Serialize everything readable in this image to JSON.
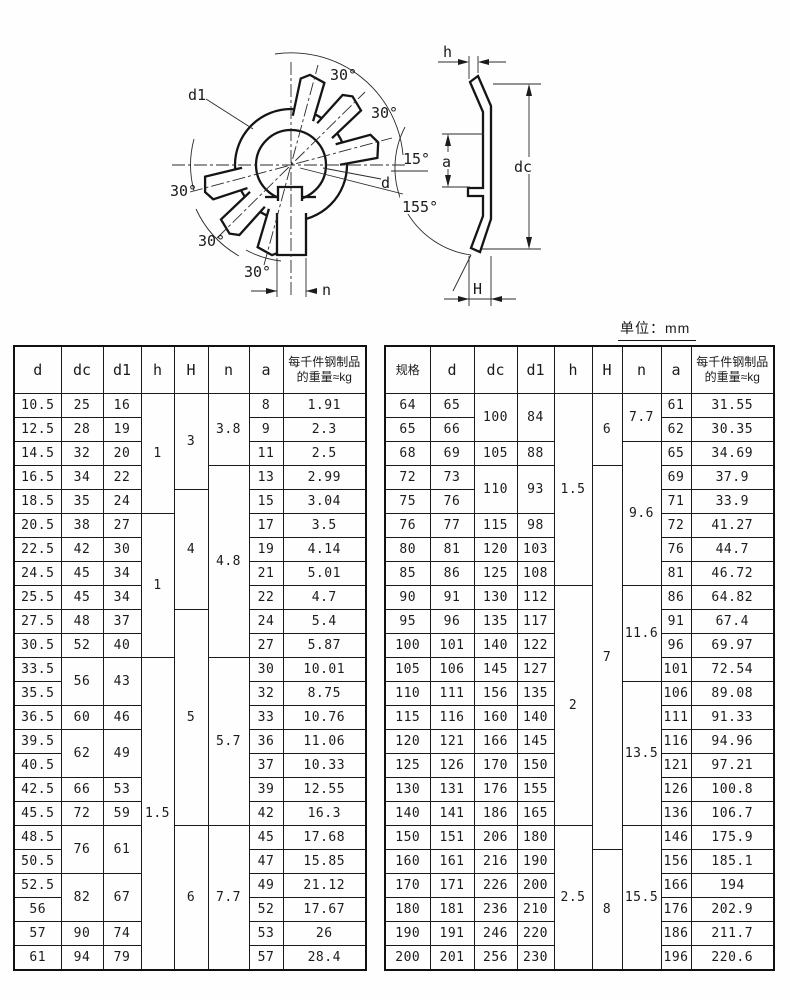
{
  "page": {
    "unit_label": "单位：mm"
  },
  "figure": {
    "front_labels": {
      "d1": "d1",
      "d": "d",
      "n": "n",
      "deg15": "15°",
      "deg30": "30°"
    },
    "side_labels": {
      "h": "h",
      "a": "a",
      "dc": "dc",
      "H": "H",
      "deg155": "155°"
    }
  },
  "left_table": {
    "headers": [
      "d",
      "dc",
      "d1",
      "h",
      "H",
      "n",
      "a",
      "每千件钢制品\n的重量≈kg"
    ],
    "rows": [
      [
        "10.5",
        "25",
        "16",
        {
          "v": "1",
          "rs": 5
        },
        {
          "v": "3",
          "rs": 4
        },
        {
          "v": "3.8",
          "rs": 3
        },
        "8",
        "1.91"
      ],
      [
        "12.5",
        "28",
        "19",
        null,
        null,
        null,
        "9",
        "2.3"
      ],
      [
        "14.5",
        "32",
        "20",
        null,
        null,
        null,
        "11",
        "2.5"
      ],
      [
        "16.5",
        "34",
        "22",
        null,
        null,
        {
          "v": "4.8",
          "rs": 8
        },
        "13",
        "2.99"
      ],
      [
        "18.5",
        "35",
        "24",
        null,
        {
          "v": "4",
          "rs": 5
        },
        null,
        "15",
        "3.04"
      ],
      [
        "20.5",
        "38",
        "27",
        {
          "v": "1",
          "rs": 6
        },
        null,
        null,
        "17",
        "3.5"
      ],
      [
        "22.5",
        "42",
        "30",
        null,
        null,
        null,
        "19",
        "4.14"
      ],
      [
        "24.5",
        "45",
        "34",
        null,
        null,
        null,
        "21",
        "5.01"
      ],
      [
        "25.5",
        "45",
        "34",
        null,
        null,
        null,
        "22",
        "4.7"
      ],
      [
        "27.5",
        "48",
        "37",
        null,
        {
          "v": "5",
          "rs": 9
        },
        null,
        "24",
        "5.4"
      ],
      [
        "30.5",
        "52",
        "40",
        null,
        null,
        null,
        "27",
        "5.87"
      ],
      [
        "33.5",
        {
          "v": "56",
          "rs": 2
        },
        {
          "v": "43",
          "rs": 2
        },
        {
          "v": "1.5",
          "rs": 13
        },
        null,
        {
          "v": "5.7",
          "rs": 7
        },
        "30",
        "10.01"
      ],
      [
        "35.5",
        null,
        null,
        null,
        null,
        null,
        "32",
        "8.75"
      ],
      [
        "36.5",
        "60",
        "46",
        null,
        null,
        null,
        "33",
        "10.76"
      ],
      [
        "39.5",
        {
          "v": "62",
          "rs": 2
        },
        {
          "v": "49",
          "rs": 2
        },
        null,
        null,
        null,
        "36",
        "11.06"
      ],
      [
        "40.5",
        null,
        null,
        null,
        null,
        null,
        "37",
        "10.33"
      ],
      [
        "42.5",
        "66",
        "53",
        null,
        null,
        null,
        "39",
        "12.55"
      ],
      [
        "45.5",
        "72",
        "59",
        null,
        null,
        null,
        "42",
        "16.3"
      ],
      [
        "48.5",
        {
          "v": "76",
          "rs": 2
        },
        {
          "v": "61",
          "rs": 2
        },
        null,
        {
          "v": "6",
          "rs": 6
        },
        {
          "v": "7.7",
          "rs": 6
        },
        "45",
        "17.68"
      ],
      [
        "50.5",
        null,
        null,
        null,
        null,
        null,
        "47",
        "15.85"
      ],
      [
        "52.5",
        {
          "v": "82",
          "rs": 2
        },
        {
          "v": "67",
          "rs": 2
        },
        null,
        null,
        null,
        "49",
        "21.12"
      ],
      [
        "56",
        null,
        null,
        null,
        null,
        null,
        "52",
        "17.67"
      ],
      [
        "57",
        "90",
        "74",
        null,
        null,
        null,
        "53",
        "26"
      ],
      [
        "61",
        "94",
        "79",
        null,
        null,
        null,
        "57",
        "28.4"
      ]
    ]
  },
  "right_table": {
    "headers": [
      "规格",
      "d",
      "dc",
      "d1",
      "h",
      "H",
      "n",
      "a",
      "每千件钢制品\n的重量≈kg"
    ],
    "rows": [
      [
        "64",
        "65",
        {
          "v": "100",
          "rs": 2
        },
        {
          "v": "84",
          "rs": 2
        },
        {
          "v": "1.5",
          "rs": 8
        },
        {
          "v": "6",
          "rs": 3
        },
        {
          "v": "7.7",
          "rs": 2
        },
        "61",
        "31.55"
      ],
      [
        "65",
        "66",
        null,
        null,
        null,
        null,
        null,
        "62",
        "30.35"
      ],
      [
        "68",
        "69",
        "105",
        "88",
        null,
        null,
        {
          "v": "9.6",
          "rs": 6
        },
        "65",
        "34.69"
      ],
      [
        "72",
        "73",
        {
          "v": "110",
          "rs": 2
        },
        {
          "v": "93",
          "rs": 2
        },
        null,
        {
          "v": "7",
          "rs": 16
        },
        null,
        "69",
        "37.9"
      ],
      [
        "75",
        "76",
        null,
        null,
        null,
        null,
        null,
        "71",
        "33.9"
      ],
      [
        "76",
        "77",
        "115",
        "98",
        null,
        null,
        null,
        "72",
        "41.27"
      ],
      [
        "80",
        "81",
        "120",
        "103",
        null,
        null,
        null,
        "76",
        "44.7"
      ],
      [
        "85",
        "86",
        "125",
        "108",
        null,
        null,
        null,
        "81",
        "46.72"
      ],
      [
        "90",
        "91",
        "130",
        "112",
        {
          "v": "2",
          "rs": 10
        },
        null,
        {
          "v": "11.6",
          "rs": 4
        },
        "86",
        "64.82"
      ],
      [
        "95",
        "96",
        "135",
        "117",
        null,
        null,
        null,
        "91",
        "67.4"
      ],
      [
        "100",
        "101",
        "140",
        "122",
        null,
        null,
        null,
        "96",
        "69.97"
      ],
      [
        "105",
        "106",
        "145",
        "127",
        null,
        null,
        null,
        "101",
        "72.54"
      ],
      [
        "110",
        "111",
        "156",
        "135",
        null,
        null,
        {
          "v": "13.5",
          "rs": 6
        },
        "106",
        "89.08"
      ],
      [
        "115",
        "116",
        "160",
        "140",
        null,
        null,
        null,
        "111",
        "91.33"
      ],
      [
        "120",
        "121",
        "166",
        "145",
        null,
        null,
        null,
        "116",
        "94.96"
      ],
      [
        "125",
        "126",
        "170",
        "150",
        null,
        null,
        null,
        "121",
        "97.21"
      ],
      [
        "130",
        "131",
        "176",
        "155",
        null,
        null,
        null,
        "126",
        "100.8"
      ],
      [
        "140",
        "141",
        "186",
        "165",
        null,
        null,
        null,
        "136",
        "106.7"
      ],
      [
        "150",
        "151",
        "206",
        "180",
        {
          "v": "2.5",
          "rs": 6
        },
        null,
        {
          "v": "15.5",
          "rs": 6
        },
        "146",
        "175.9"
      ],
      [
        "160",
        "161",
        "216",
        "190",
        null,
        {
          "v": "8",
          "rs": 5
        },
        null,
        "156",
        "185.1"
      ],
      [
        "170",
        "171",
        "226",
        "200",
        null,
        null,
        null,
        "166",
        "194"
      ],
      [
        "180",
        "181",
        "236",
        "210",
        null,
        null,
        null,
        "176",
        "202.9"
      ],
      [
        "190",
        "191",
        "246",
        "220",
        null,
        null,
        null,
        "186",
        "211.7"
      ],
      [
        "200",
        "201",
        "256",
        "230",
        null,
        null,
        null,
        "196",
        "220.6"
      ]
    ]
  }
}
